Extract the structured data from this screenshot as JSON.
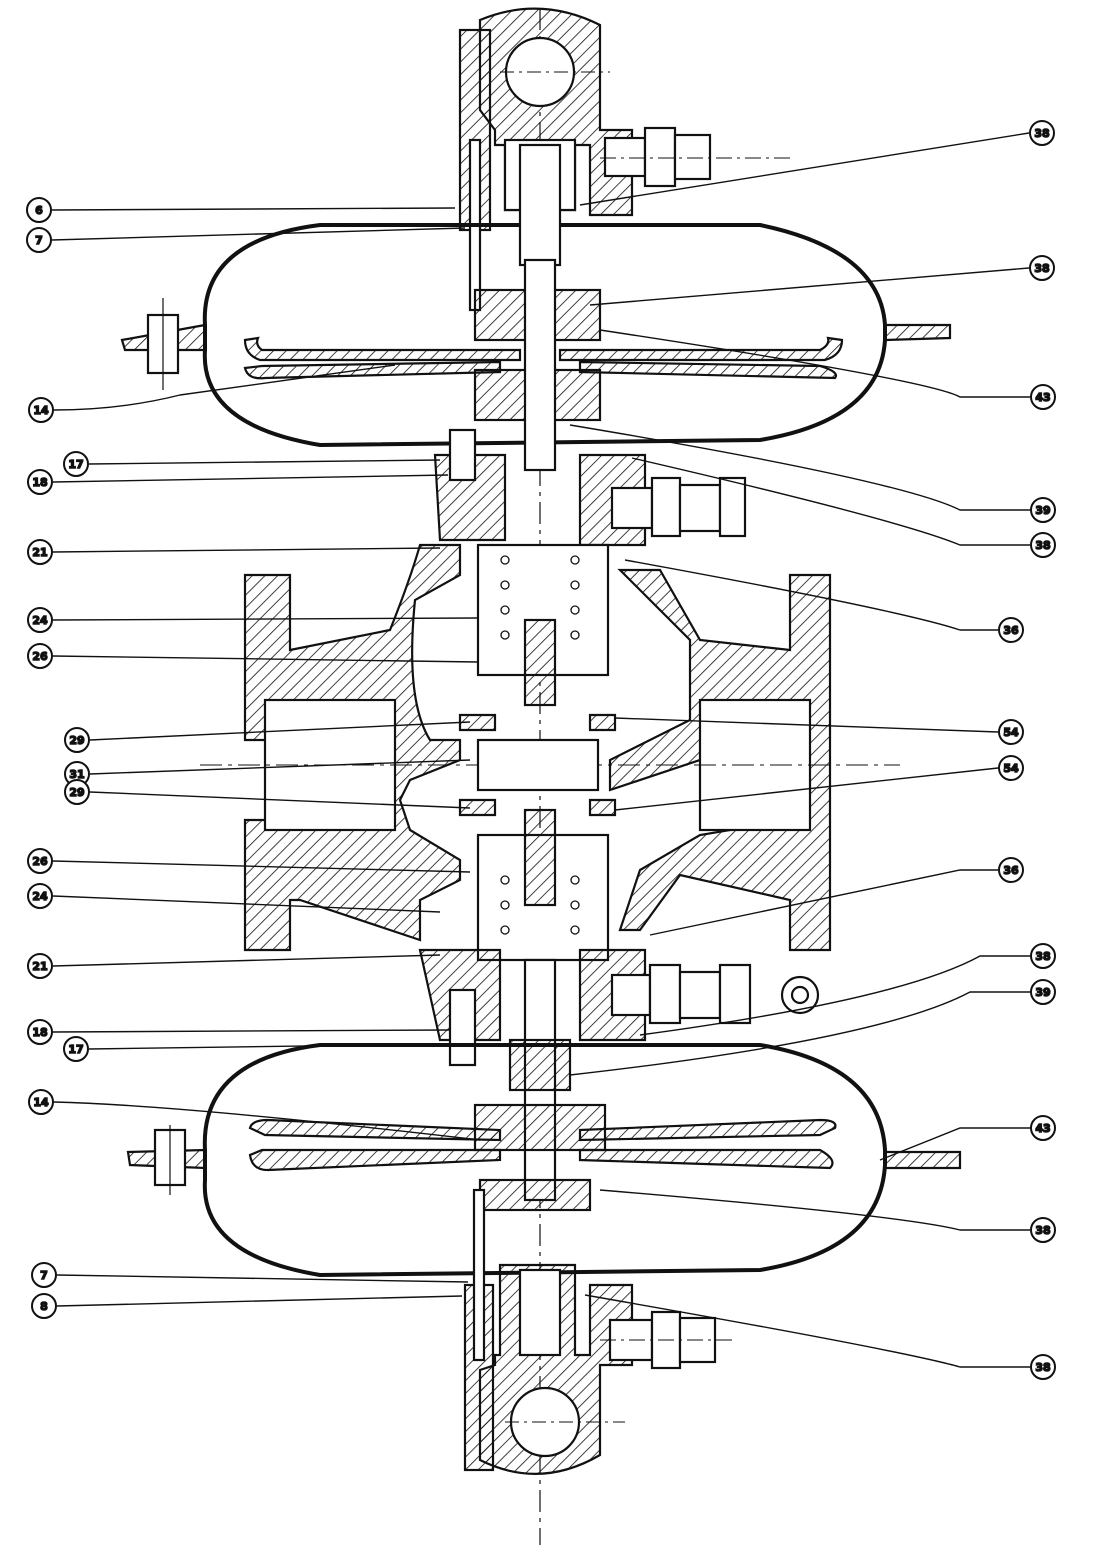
{
  "callouts_left": [
    "6",
    "7",
    "14",
    "17",
    "18",
    "21",
    "24",
    "26",
    "29",
    "31",
    "29",
    "26",
    "24",
    "21",
    "18",
    "17",
    "14",
    "7",
    "8"
  ],
  "callouts_right": [
    "38",
    "38",
    "43",
    "39",
    "38",
    "36",
    "54",
    "54",
    "36",
    "38",
    "39",
    "43",
    "38",
    "38"
  ],
  "colors": {
    "ink": "#111111",
    "background": "#ffffff"
  }
}
